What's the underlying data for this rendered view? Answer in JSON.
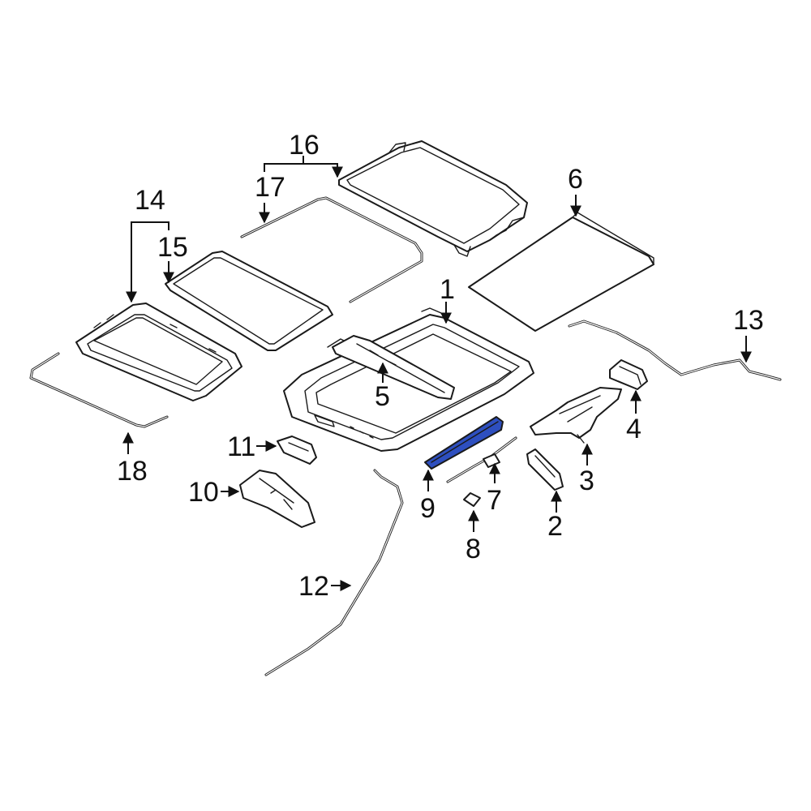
{
  "diagram": {
    "highlight_color": "#2e4fbf",
    "callouts": [
      {
        "id": "c1",
        "label": "1"
      },
      {
        "id": "c2",
        "label": "2"
      },
      {
        "id": "c3",
        "label": "3"
      },
      {
        "id": "c4",
        "label": "4"
      },
      {
        "id": "c5",
        "label": "5"
      },
      {
        "id": "c6",
        "label": "6"
      },
      {
        "id": "c7",
        "label": "7"
      },
      {
        "id": "c8",
        "label": "8"
      },
      {
        "id": "c9",
        "label": "9"
      },
      {
        "id": "c10",
        "label": "10"
      },
      {
        "id": "c11",
        "label": "11"
      },
      {
        "id": "c12",
        "label": "12"
      },
      {
        "id": "c13",
        "label": "13"
      },
      {
        "id": "c14",
        "label": "14"
      },
      {
        "id": "c15",
        "label": "15"
      },
      {
        "id": "c16",
        "label": "16"
      },
      {
        "id": "c17",
        "label": "17"
      },
      {
        "id": "c18",
        "label": "18"
      }
    ]
  }
}
